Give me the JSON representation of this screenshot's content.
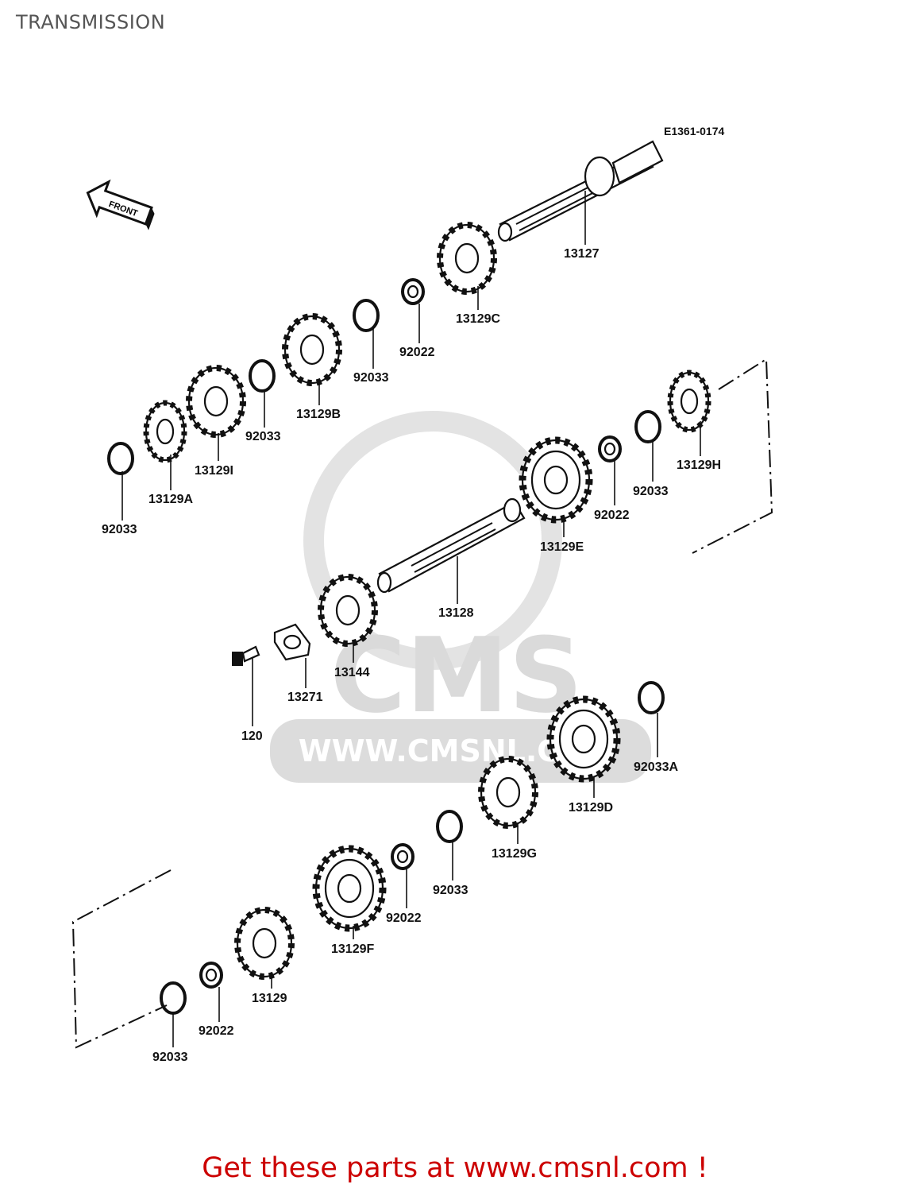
{
  "title": "TRANSMISSION",
  "diagram_code": "E1361-0174",
  "front_arrow_label": "FRONT",
  "watermark": {
    "logo_text": "CMS",
    "url_text": "WWW.CMSNL.COM"
  },
  "parts": [
    {
      "id": "13127",
      "label": "13127"
    },
    {
      "id": "13129C",
      "label": "13129C"
    },
    {
      "id": "92022-upper",
      "label": "92022"
    },
    {
      "id": "92033-upper-1",
      "label": "92033"
    },
    {
      "id": "13129B",
      "label": "13129B"
    },
    {
      "id": "92033-upper-2",
      "label": "92033"
    },
    {
      "id": "13129I",
      "label": "13129I"
    },
    {
      "id": "13129A",
      "label": "13129A"
    },
    {
      "id": "92033-upper-3",
      "label": "92033"
    },
    {
      "id": "13129H",
      "label": "13129H"
    },
    {
      "id": "92033-mid",
      "label": "92033"
    },
    {
      "id": "92022-mid",
      "label": "92022"
    },
    {
      "id": "13129E",
      "label": "13129E"
    },
    {
      "id": "13128",
      "label": "13128"
    },
    {
      "id": "13144",
      "label": "13144"
    },
    {
      "id": "13271",
      "label": "13271"
    },
    {
      "id": "120",
      "label": "120"
    },
    {
      "id": "92033A",
      "label": "92033A"
    },
    {
      "id": "13129D",
      "label": "13129D"
    },
    {
      "id": "13129G",
      "label": "13129G"
    },
    {
      "id": "92033-lower-1",
      "label": "92033"
    },
    {
      "id": "92022-lower-1",
      "label": "92022"
    },
    {
      "id": "13129F",
      "label": "13129F"
    },
    {
      "id": "13129",
      "label": "13129"
    },
    {
      "id": "92022-lower-2",
      "label": "92022"
    },
    {
      "id": "92033-lower-2",
      "label": "92033"
    }
  ],
  "footer": {
    "promo_text": "Get these parts at www.cmsnl.com !",
    "promo_color": "#cc0000"
  }
}
